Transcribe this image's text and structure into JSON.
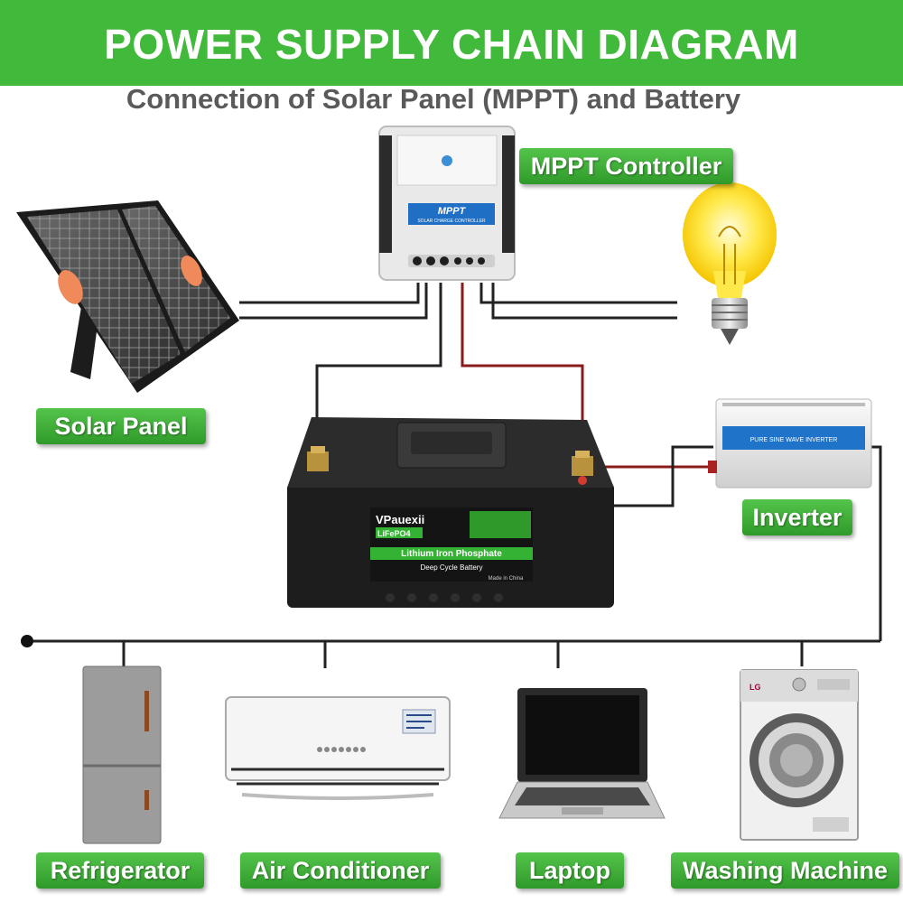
{
  "header": {
    "title": "POWER SUPPLY CHAIN DIAGRAM",
    "subtitle": "Connection of Solar Panel (MPPT) and Battery"
  },
  "labels": {
    "mppt_controller": "MPPT Controller",
    "solar_panel": "Solar Panel",
    "inverter": "Inverter",
    "refrigerator": "Refrigerator",
    "air_conditioner": "Air Conditioner",
    "laptop": "Laptop",
    "washing_machine": "Washing Machine"
  },
  "controller": {
    "brand": "MPPT",
    "subtext": "SOLAR CHARGE CONTROLLER"
  },
  "inverter_device": {
    "panel_text": "PURE SINE WAVE INVERTER"
  },
  "battery": {
    "brand": "VPauexii",
    "chemistry_short": "LiFePO4",
    "chemistry": "Lithium Iron Phosphate",
    "type": "Deep Cycle Battery",
    "origin": "Made in China"
  },
  "washer": {
    "brand": "LG"
  },
  "colors": {
    "accent_green": "#41b93a",
    "wire_black": "#222222",
    "wire_red": "#8b1a1a"
  }
}
